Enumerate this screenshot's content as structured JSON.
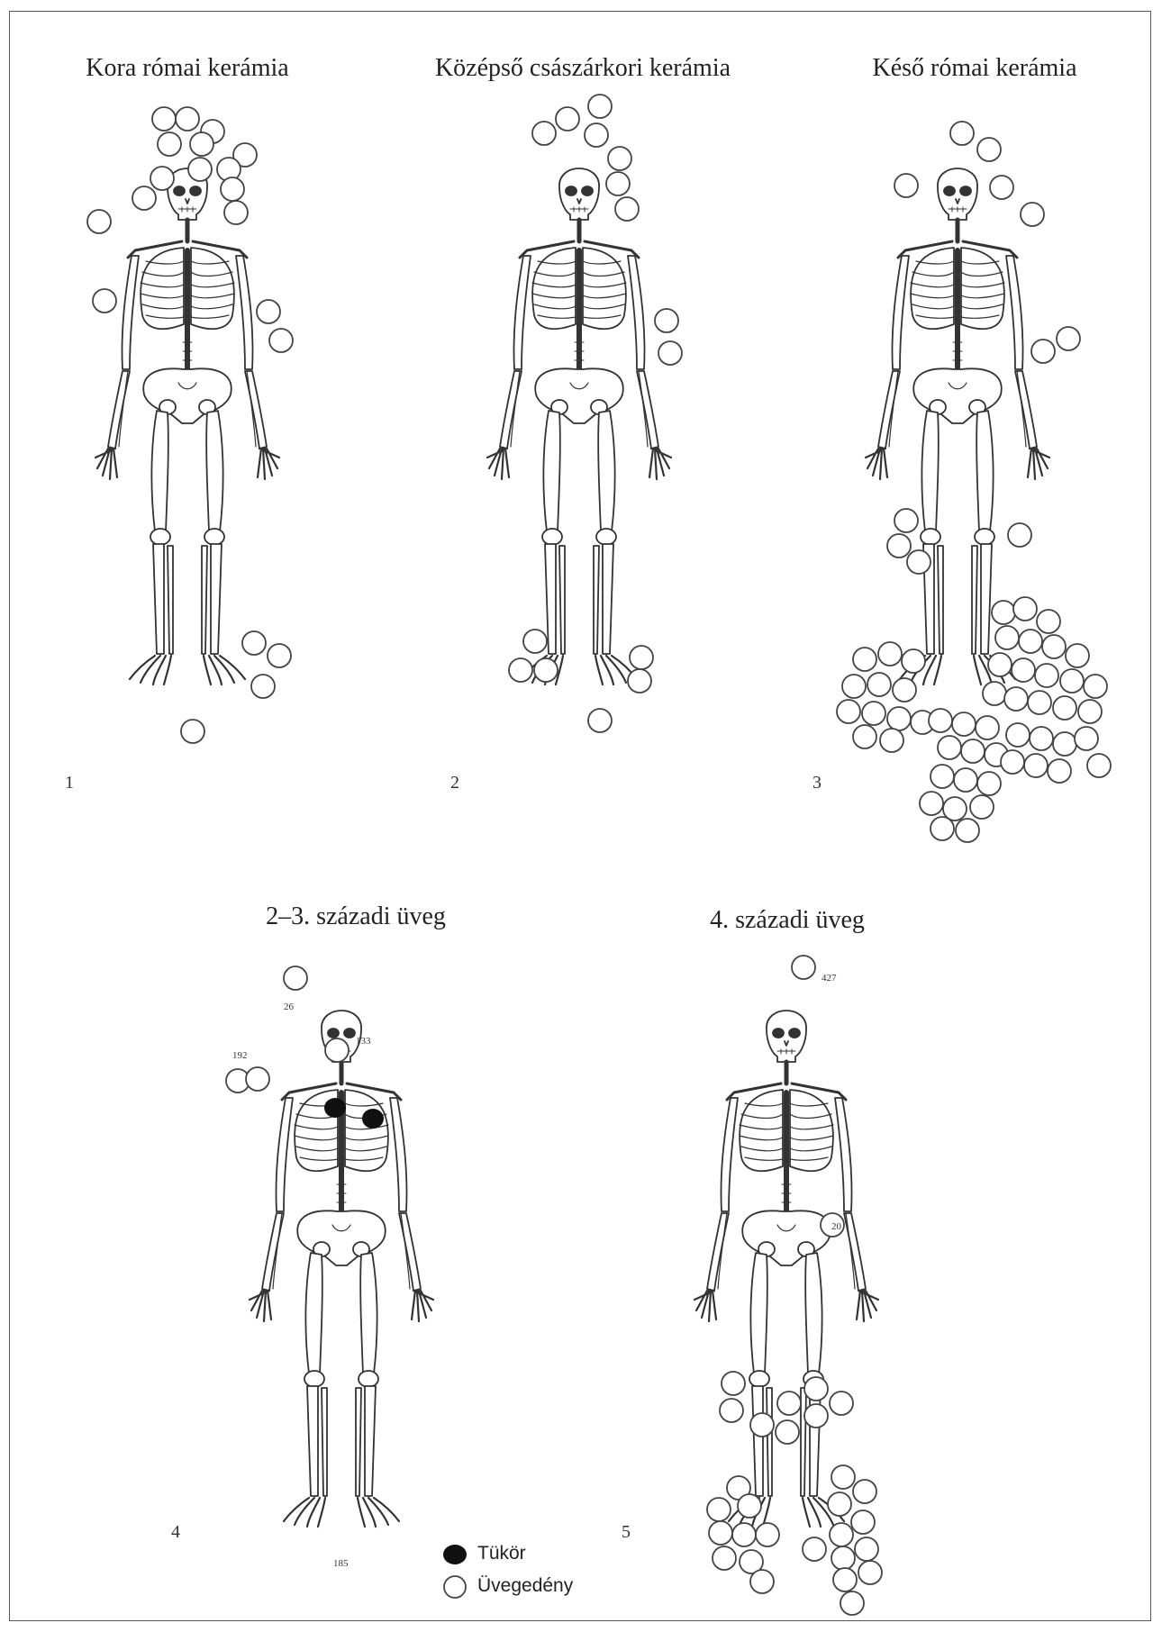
{
  "panels": [
    {
      "id": "1",
      "title": "Kora római kerámia",
      "number": "1"
    },
    {
      "id": "2",
      "title": "Középső császárkori kerámia",
      "number": "2"
    },
    {
      "id": "3",
      "title": "Késő római kerámia",
      "number": "3"
    },
    {
      "id": "4",
      "title": "2–3. századi üveg",
      "number": "4"
    },
    {
      "id": "5",
      "title": "4. századi üveg",
      "number": "5"
    }
  ],
  "labels": {
    "p4": {
      "l26": "26",
      "l133": "133",
      "l192": "192",
      "l185": "185"
    },
    "p5": {
      "l427": "427",
      "l20": "20"
    }
  },
  "legend": {
    "mirror_label": "Tükör",
    "vessel_label": "Üvegedény"
  },
  "colors": {
    "line": "#333333",
    "mirror_fill": "#111111",
    "background": "#ffffff"
  }
}
